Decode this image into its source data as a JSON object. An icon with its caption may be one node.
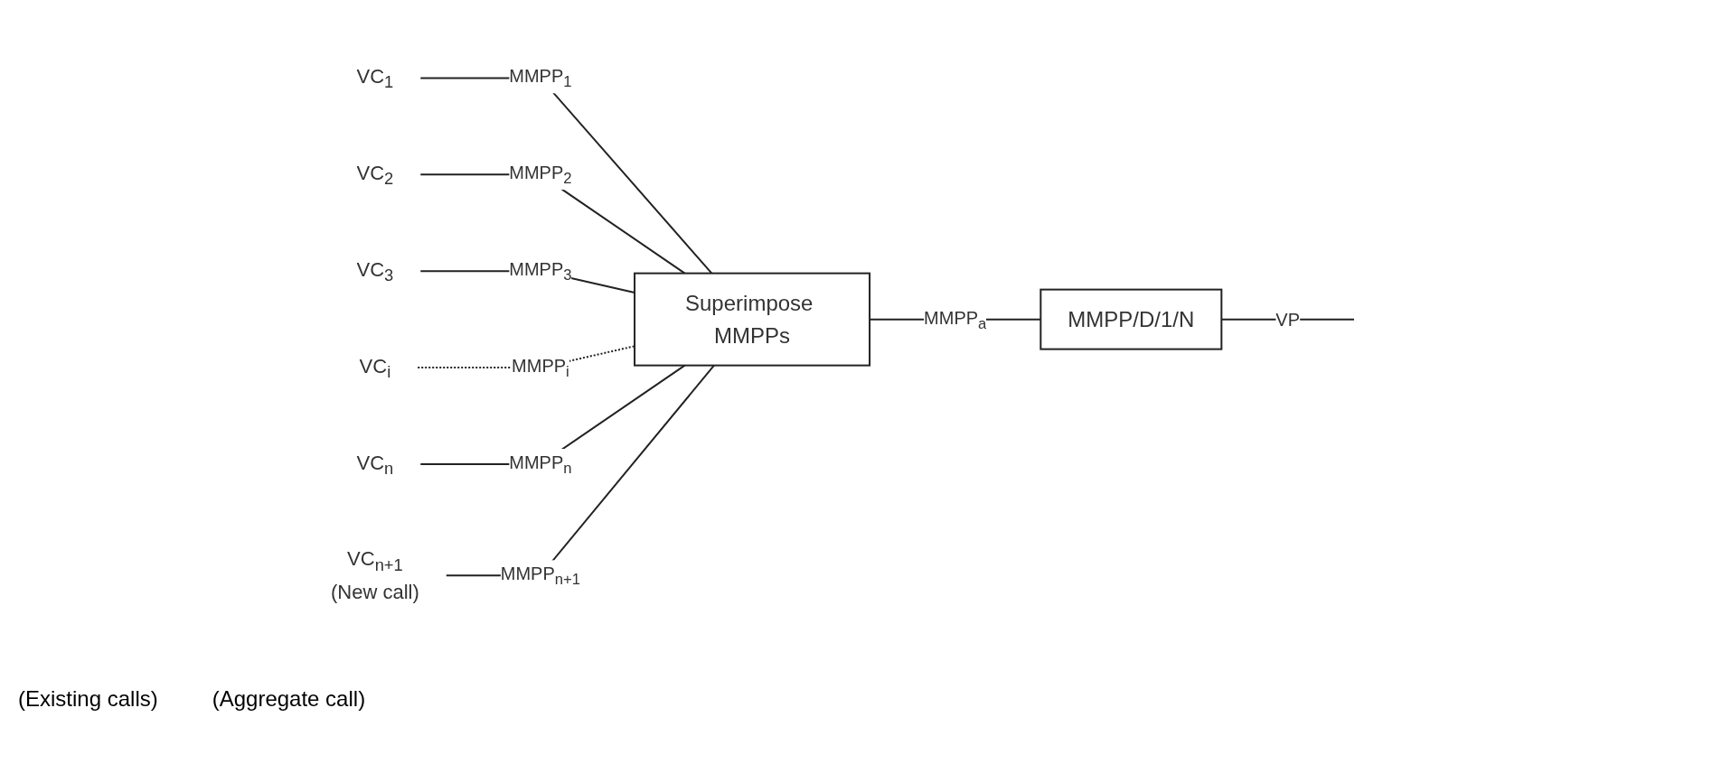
{
  "diagram": {
    "nodes": [
      {
        "text": [
          "VC$_{1}$"
        ]
      },
      {
        "text": [
          "VC$_{2}$"
        ]
      },
      {
        "text": [
          "VC$_{3}$"
        ]
      },
      {
        "text": [
          "VC$_{i}$"
        ]
      },
      {
        "text": [
          "VC$_{n}$"
        ]
      },
      {
        "text": [
          "Superimpose MMPPs"
        ]
      },
      {
        "text": [
          "MMPP/D/1/N"
        ]
      },
      {
        "text": [
          "VC$_{n+1}$",
          "(New call)"
        ]
      }
    ],
    "edges": [
      {
        "from": 0,
        "to": 5,
        "arrow": "none",
        "label": "MMPP$_{1}$"
      },
      {
        "from": 1,
        "to": 5,
        "arrow": "none",
        "label": "MMPP$_{2}$"
      },
      {
        "from": 2,
        "to": 5,
        "arrow": "none",
        "label": "MMPP$_{3}$"
      },
      {
        "from": 3,
        "to": 5,
        "arrow": "none",
        "label": "MMPP$_{i}$",
        "style": "dashed"
      },
      {
        "from": 4,
        "to": 5,
        "arrow": "none",
        "label": "MMPP$_{n}$"
      },
      {
        "from": 7,
        "to": 5,
        "arrow": "none",
        "label": "MMPP$_{n+1}$"
      },
      {
        "from": 5,
        "to": 6,
        "arrow": "none",
        "label": "MMPP$_{a}$"
      },
      {
        "from": 6,
        "to": null,
        "arrow": "none",
        "label": "VP"
      }
    ],
    "labels": [
      "(Existing calls)",
      "(Aggregate call)"
    ]
  }
}
